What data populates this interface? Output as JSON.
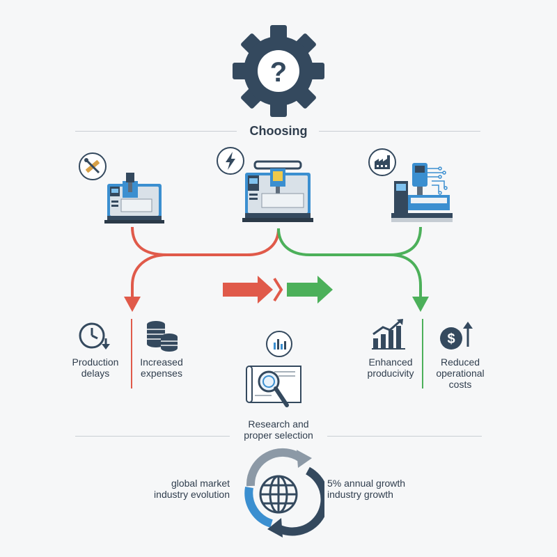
{
  "title": "Choosing",
  "colors": {
    "navy": "#34495e",
    "blue": "#3b8fd0",
    "red": "#e05a4a",
    "green": "#4cb05a",
    "background": "#f6f7f8"
  },
  "icons": {
    "top": "gear-question-icon",
    "machine_left_badge": "tools-icon",
    "machine_center_badge": "lightning-icon",
    "machine_right_badge": "factory-icon"
  },
  "negative_outcomes": [
    {
      "label_line1": "Production",
      "label_line2": "delays",
      "icon": "clock-down-icon"
    },
    {
      "label_line1": "Increased",
      "label_line2": "expenses",
      "icon": "coins-icon"
    }
  ],
  "positive_outcomes": [
    {
      "label_line1": "Enhanced",
      "label_line2": "producivity",
      "icon": "bar-chart-up-icon"
    },
    {
      "label_line1": "Reduced",
      "label_line2": "operational",
      "label_line3": "costs",
      "icon": "dollar-up-icon"
    }
  ],
  "research": {
    "line1": "Research and",
    "line2": "proper selection",
    "icon": "blueprint-magnifier-icon"
  },
  "bottom": {
    "left_line1": "global market",
    "left_line2": "industry evolution",
    "right_line1": "5% annual growth",
    "right_line2": "industry growth",
    "icon": "globe-cycle-icon"
  }
}
